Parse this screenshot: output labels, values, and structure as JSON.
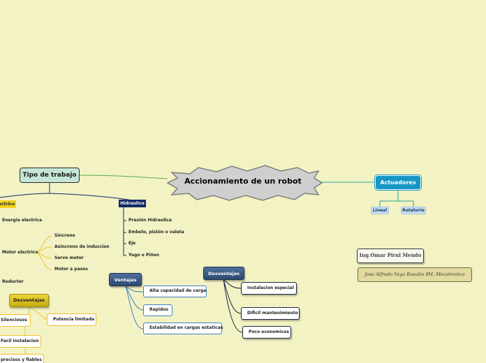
{
  "central": {
    "title": "Accionamiento de un robot"
  },
  "tipo_trabajo": {
    "label": "Tipo de trabajo",
    "electrico": {
      "label": "ectrico",
      "items": [
        "Energia electrica",
        "Motor electrico",
        "Reductor"
      ],
      "motor_types": [
        "Sincrono",
        "Asincrono de induccion",
        "Servo motor",
        "Motor a pasos"
      ],
      "desventajas": {
        "label": "Desventajas",
        "items": [
          "Silenciosos",
          "Facil instalacion",
          "precisos y fiables"
        ],
        "potencia": "Potencia limitada"
      }
    },
    "hidraulico": {
      "label": "Hidraulico",
      "items": [
        "Presión Hidraulica",
        "Embolo, pistón o valeta",
        "Eje",
        "Yugo o Piñon"
      ],
      "ventajas": {
        "label": "Ventajas",
        "items": [
          "Alta capacidad de carga",
          "Rapidos",
          "Estabilidad en cargas estaticas"
        ]
      },
      "desventajas": {
        "label": "Desventajas",
        "items": [
          "Instalacion especial",
          "Dificil mantenimiento",
          "Poco economicos"
        ]
      }
    }
  },
  "actuadores": {
    "label": "Actuadores",
    "items": [
      "Lineal",
      "Rotatorio"
    ]
  },
  "authors": {
    "teacher": "Ing.Omar Pirul Mendo",
    "student": "Jose Alfredo Vega Basulto 9M, Mecatronica"
  },
  "colors": {
    "background": "#f2f2c2",
    "tipo_fill": "#c5e6d6",
    "actuadores_fill": "#1596c4",
    "hidraulico_fill": "#102a66",
    "electrico_fill": "#f2d21a",
    "ventajas_fill": "#3d5f8c"
  }
}
